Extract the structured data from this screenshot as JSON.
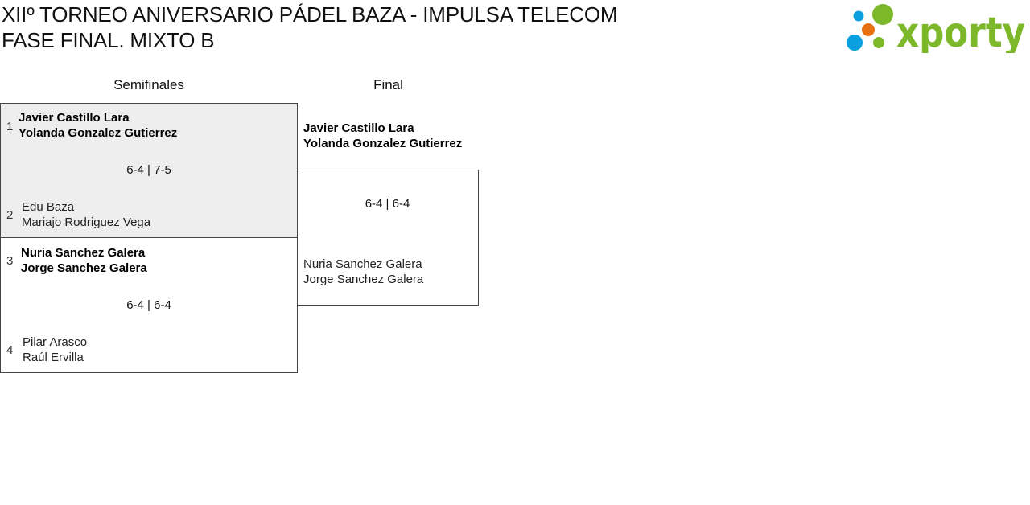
{
  "header": {
    "title_line1": "XIIº TORNEO ANIVERSARIO PÁDEL BAZA - IMPULSA TELECOM",
    "title_line2": "FASE FINAL. MIXTO B",
    "logo_text": "xporty"
  },
  "rounds": [
    "Semifinales",
    "Final"
  ],
  "semifinals": [
    {
      "score": "6-4 | 7-5",
      "team1": {
        "seed": "1",
        "p1": "Javier Castillo Lara",
        "p2": "Yolanda Gonzalez Gutierrez"
      },
      "team2": {
        "seed": "2",
        "p1": "Edu Baza",
        "p2": "Mariajo Rodriguez Vega"
      }
    },
    {
      "score": "6-4 | 6-4",
      "team1": {
        "seed": "3",
        "p1": "Nuria Sanchez Galera",
        "p2": "Jorge Sanchez Galera"
      },
      "team2": {
        "seed": "4",
        "p1": "Pilar Arasco",
        "p2": "Raúl Ervilla"
      }
    }
  ],
  "final": {
    "score": "6-4 | 6-4",
    "winner": {
      "p1": "Javier Castillo Lara",
      "p2": "Yolanda Gonzalez Gutierrez"
    },
    "runner_up": {
      "p1": "Nuria Sanchez Galera",
      "p2": "Jorge Sanchez Galera"
    }
  },
  "colors": {
    "green": "#7cb82a",
    "blue": "#0aa0e0",
    "orange": "#e8700e",
    "highlight": "#eeeeee"
  }
}
